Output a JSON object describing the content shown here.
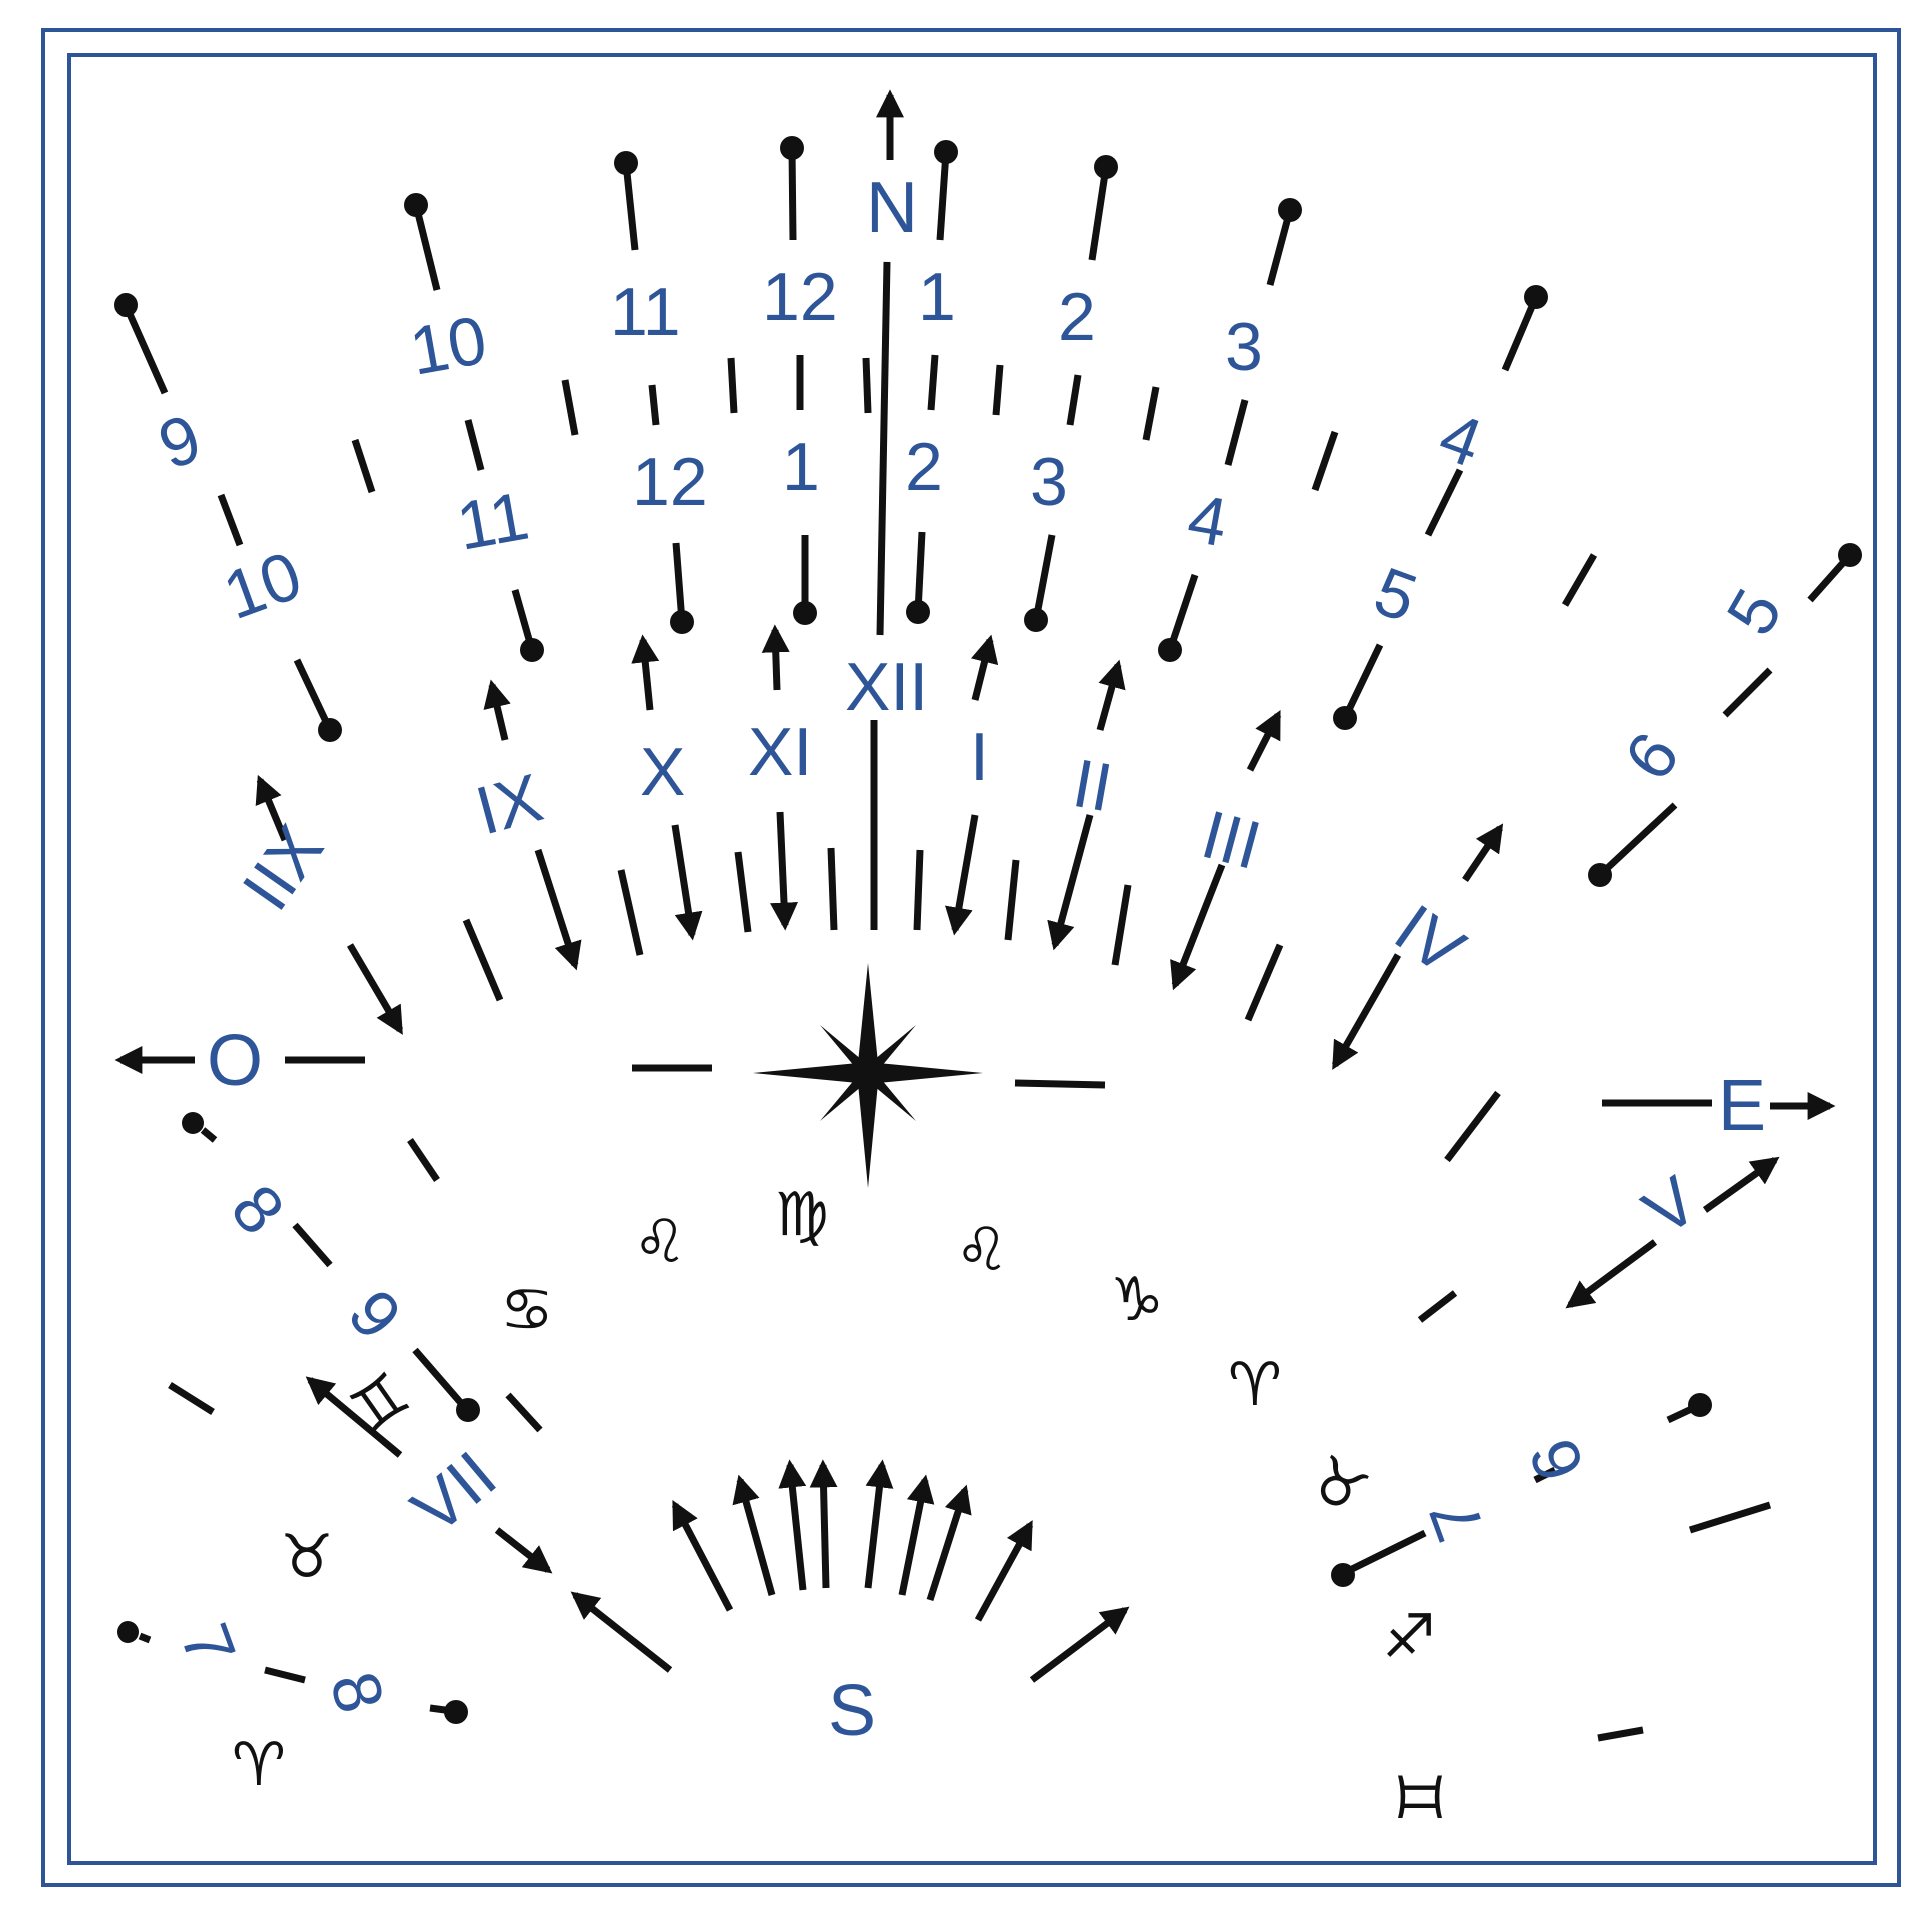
{
  "colors": {
    "label": "#2e5597",
    "ink": "#111111",
    "border": "#2e5597"
  },
  "cardinals": {
    "north": "N",
    "south": "S",
    "east": "E",
    "west": "O"
  },
  "hour_numerals": [
    "IIX",
    "IX",
    "X",
    "XI",
    "XII",
    "I",
    "II",
    "III",
    "IV",
    "V",
    "VII"
  ],
  "arc_hours": {
    "outer": [
      "10",
      "11",
      "12",
      "1",
      "2",
      "3",
      "4"
    ],
    "middle": [
      "9",
      "10",
      "11",
      "12",
      "1",
      "2",
      "3",
      "4",
      "5"
    ],
    "right": [
      "5",
      "6"
    ],
    "lower_left": [
      "8",
      "9"
    ],
    "bottom_left": [
      "7",
      "8"
    ],
    "bottom_right": [
      "6",
      "7"
    ]
  },
  "zodiac": [
    "♋",
    "♌",
    "♍",
    "♌",
    "♑",
    "♈",
    "♉",
    "♊",
    "♉",
    "♐",
    "♊"
  ]
}
